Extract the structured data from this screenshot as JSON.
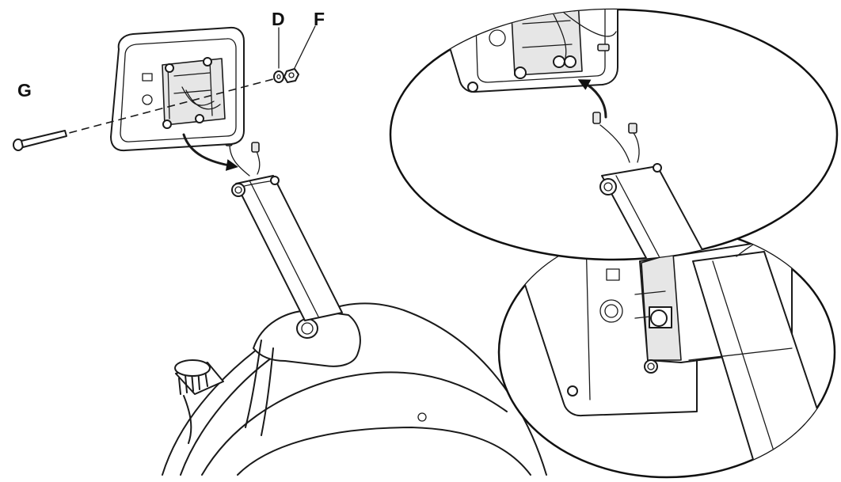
{
  "diagram": {
    "part_labels": {
      "bolt": "G",
      "washer": "D",
      "nut": "F"
    }
  }
}
